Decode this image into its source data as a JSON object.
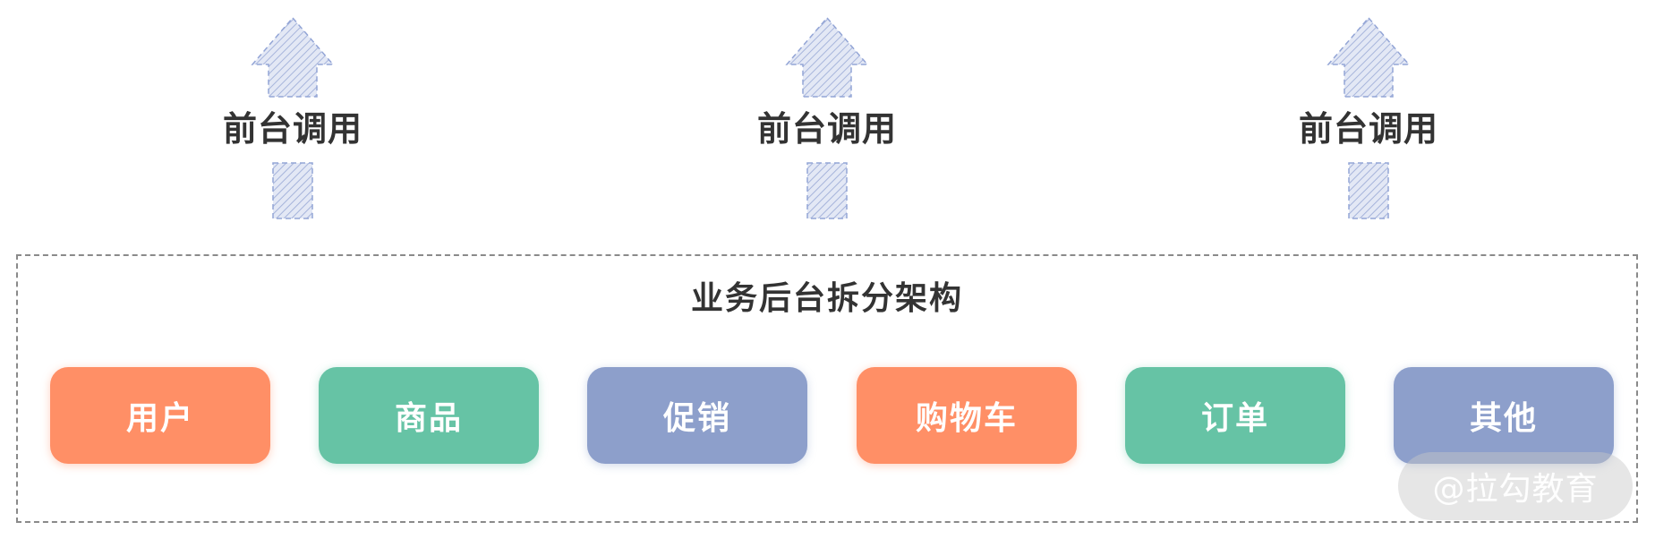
{
  "calls": [
    {
      "label": "前台调用"
    },
    {
      "label": "前台调用"
    },
    {
      "label": "前台调用"
    }
  ],
  "backend": {
    "title": "业务后台拆分架构",
    "modules": [
      {
        "label": "用户",
        "color": "#FF8F66"
      },
      {
        "label": "商品",
        "color": "#66C3A5"
      },
      {
        "label": "促销",
        "color": "#8D9FCB"
      },
      {
        "label": "购物车",
        "color": "#FF8F66"
      },
      {
        "label": "订单",
        "color": "#66C3A5"
      },
      {
        "label": "其他",
        "color": "#8D9FCB"
      }
    ]
  },
  "colors": {
    "arrow_fill": "#DDE3F2",
    "arrow_stroke": "#93A5D6",
    "border": "#8A8A8A",
    "text": "#333333"
  },
  "watermark": {
    "text": "@拉勾教育"
  }
}
